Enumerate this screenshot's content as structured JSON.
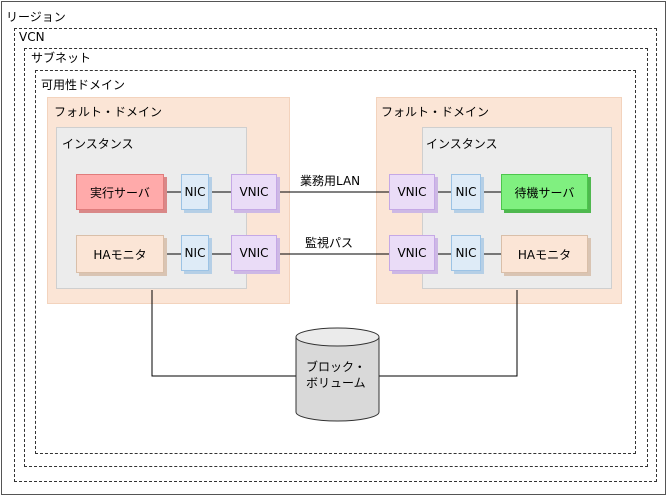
{
  "labels": {
    "region": "リージョン",
    "vcn": "VCN",
    "subnet": "サブネット",
    "availability_domain": "可用性ドメイン",
    "fault_domain_left": "フォルト・ドメイン",
    "fault_domain_right": "フォルト・ドメイン",
    "instance_left": "インスタンス",
    "instance_right": "インスタンス",
    "active_server": "実行サーバ",
    "standby_server": "待機サーバ",
    "ha_monitor_left": "HAモニタ",
    "ha_monitor_right": "HAモニタ",
    "nic": "NIC",
    "vnic": "VNIC",
    "business_lan": "業務用LAN",
    "monitoring_path": "監視パス",
    "block_volume_line1": "ブロック・",
    "block_volume_line2": "ボリューム"
  },
  "colors": {
    "active_server": "#ffaaaa",
    "standby_server": "#80f080",
    "ha_monitor": "#fbe5d6",
    "nic": "#deebf7",
    "vnic": "#eadcf7",
    "fault_domain": "#fbe5d6",
    "instance": "#ececec",
    "volume": "#d9d9d9"
  }
}
